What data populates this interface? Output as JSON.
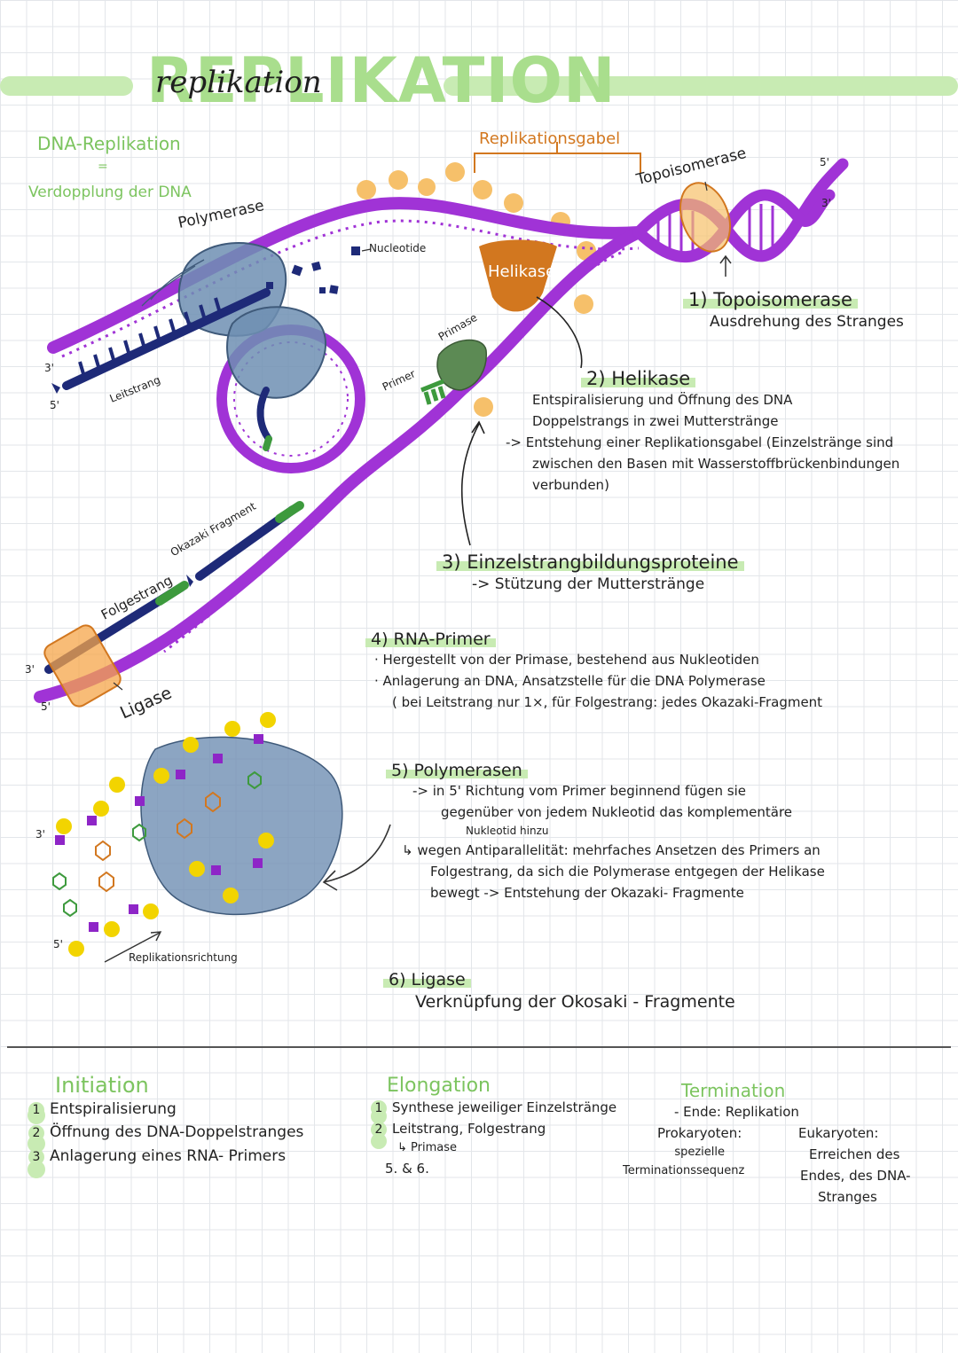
{
  "title": {
    "main": "REPLIKATION",
    "script": "replikation"
  },
  "intro": {
    "line1": "DNA-Replikation",
    "eq": "=",
    "line2": "Verdopplung der DNA"
  },
  "diagram_labels": {
    "polymerase": "Polymerase",
    "nucleotide": "Nucleotide",
    "replikationsgabel": "Replikationsgabel",
    "topoisomerase": "Topoisomerase",
    "five_prime": "5'",
    "three_prime": "3'",
    "helikase": "Helikase",
    "primase": "Primase",
    "primer": "Primer",
    "leitstrang": "Leitstrang",
    "okazaki": "Okazaki Fragment",
    "folgestrang": "Folgestrang",
    "ligase": "Ligase",
    "replikationsrichtung": "Replikationsrichtung"
  },
  "notes": [
    {
      "heading": "1) Topoisomerase",
      "lines": [
        "Ausdrehung des Stranges"
      ]
    },
    {
      "heading": "2) Helikase",
      "lines": [
        "Entspiralisierung und Öffnung des DNA",
        "Doppelstrangs in zwei Mutterstränge",
        "-> Entstehung einer Replikationsgabel (Einzelstränge sind",
        "zwischen den Basen mit Wasserstoffbrückenbindungen",
        "verbunden)"
      ]
    },
    {
      "heading": "3) Einzelstrangbildungsproteine",
      "lines": [
        "-> Stützung der Mutterstränge"
      ]
    },
    {
      "heading": "4) RNA-Primer",
      "lines": [
        "· Hergestellt von der Primase, bestehend aus Nukleotiden",
        "· Anlagerung an DNA, Ansatzstelle für die DNA Polymerase",
        "( bei Leitstrang nur 1×, für Folgestrang: jedes Okazaki-Fragment"
      ]
    },
    {
      "heading": "5) Polymerasen",
      "lines": [
        "-> in 5' Richtung vom Primer beginnend fügen sie",
        "gegenüber von jedem Nukleotid das komplementäre",
        "Nukleotid hinzu",
        "↳ wegen Antiparallelität: mehrfaches Ansetzen des Primers an",
        "Folgestrang, da sich die Polymerase entgegen der Helikase",
        "bewegt -> Entstehung der Okazaki- Fragmente"
      ]
    },
    {
      "heading": "6) Ligase",
      "lines": [
        "Verknüpfung der Okosaki - Fragmente"
      ]
    }
  ],
  "summary": {
    "initiation": {
      "title": "Initiation",
      "items": [
        "Entspiralisierung",
        "Öffnung des DNA-Doppelstranges",
        "Anlagerung eines RNA- Primers"
      ],
      "nums": [
        "1",
        "2",
        "3"
      ]
    },
    "elongation": {
      "title": "Elongation",
      "items": [
        "Synthese jeweiliger Einzelstränge",
        "Leitstrang, Folgestrang",
        "↳ Primase",
        "5. & 6."
      ],
      "nums": [
        "1",
        "2"
      ]
    },
    "termination": {
      "title": "Termination",
      "line1": "- Ende: Replikation",
      "prok_title": "Prokaryoten:",
      "prok_lines": [
        "spezielle",
        "Terminationssequenz"
      ],
      "euk_title": "Eukaryoten:",
      "euk_lines": [
        "Erreichen des",
        "Endes, des DNA-",
        "Stranges"
      ]
    }
  },
  "colors": {
    "strand": "#a033d6",
    "polymerase": "#6f8fb3",
    "helikase": "#d2771f",
    "ssb": "#f6c06a",
    "primer": "#3d9a3d",
    "new_strand": "#1e2a78",
    "accent_green": "#7cc45f",
    "highlight": "#c8ebb3"
  }
}
